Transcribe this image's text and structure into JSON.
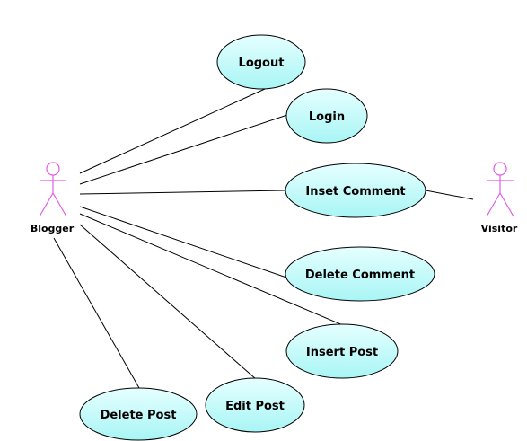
{
  "actors": {
    "blogger": {
      "label": "Blogger"
    },
    "visitor": {
      "label": "Visitor"
    }
  },
  "use_cases": {
    "logout": "Logout",
    "login": "Login",
    "inset_comment": "Inset Comment",
    "delete_comment": "Delete Comment",
    "insert_post": "Insert Post",
    "edit_post": "Edit Post",
    "delete_post": "Delete Post"
  },
  "colors": {
    "actor_stroke": "#e35ce3",
    "use_case_fill_light": "#e6ffff",
    "use_case_fill": "#a8f5f5",
    "line": "#000000"
  }
}
